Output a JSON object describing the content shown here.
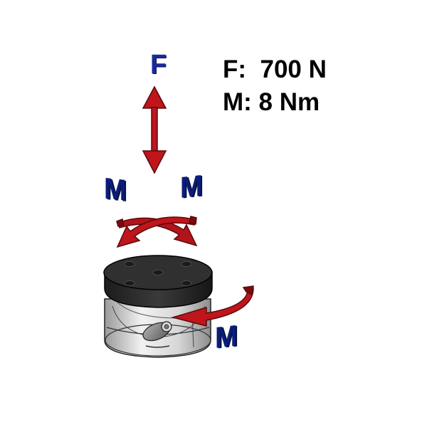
{
  "specs": {
    "force_line": "F:  700 N",
    "moment_line": "M: 8 Nm"
  },
  "labels": {
    "force": "F",
    "moment_tilt_left": "M",
    "moment_tilt_right": "M",
    "moment_torsion": "M"
  },
  "colors": {
    "arrow_red": "#c0151b",
    "arrow_dark_red": "#6e0a0d",
    "label_blue": "#0b1d7a",
    "plate_black": "#2a2a2a",
    "body_gray": "#d4d4d4"
  }
}
